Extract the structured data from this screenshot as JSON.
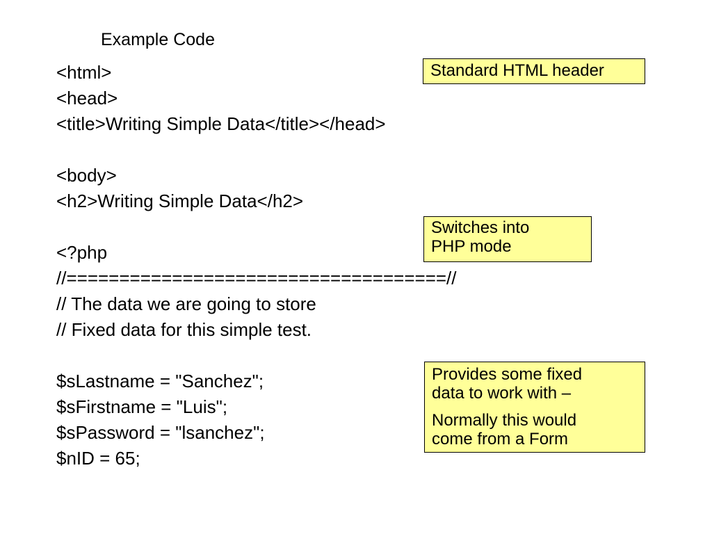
{
  "slide": {
    "title": "Example Code"
  },
  "code_lines": [
    "<html>",
    "<head>",
    "<title>Writing Simple Data</title></head>",
    "",
    "<body>",
    "<h2>Writing Simple Data</h2>",
    "",
    "<?php",
    "//====================================//",
    "// The data we are going to store",
    "// Fixed data for this simple test.",
    "",
    "$sLastname = \"Sanchez\";",
    "$sFirstname = \"Luis\";",
    "$sPassword = \"lsanchez\";",
    "$nID = 65;"
  ],
  "callouts": {
    "header": {
      "lines": [
        "Standard HTML header"
      ],
      "background": "#ffff99"
    },
    "php_mode": {
      "lines": [
        "Switches into",
        "PHP mode"
      ],
      "background": "#ffff99"
    },
    "fixed_data": {
      "paragraphs": [
        [
          "Provides some fixed",
          "data to work with –"
        ],
        [
          "Normally this would",
          "come from a Form"
        ]
      ],
      "background": "#ffff99"
    }
  }
}
